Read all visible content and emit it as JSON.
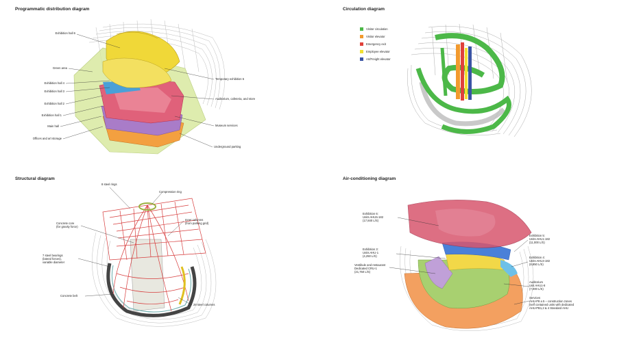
{
  "diagrams": {
    "programmatic": {
      "title": "Programmatic distribution diagram",
      "labels": [
        "Exhibition hall 6",
        "Green area",
        "Exhibition hall 4",
        "Exhibition hall 3",
        "Exhibition hall 2",
        "Exhibition hall 1",
        "Main hall",
        "Offices and art storage",
        "Temporary exhibition 5",
        "Auditorium, cafeteria, and store",
        "Museum services",
        "Underground parking"
      ]
    },
    "circulation": {
      "title": "Circulation diagram",
      "legend": [
        {
          "label": "Visitor circulation",
          "color": "#4cb848"
        },
        {
          "label": "Visitor elevator",
          "color": "#f29a2e"
        },
        {
          "label": "Emergency exit",
          "color": "#e0413a"
        },
        {
          "label": "Employee elevator",
          "color": "#f2e030"
        },
        {
          "label": "Art/Freight elevator",
          "color": "#3a54a4"
        }
      ]
    },
    "structural": {
      "title": "Structural diagram",
      "labels": [
        "8 steel rings",
        "Compression ring",
        "Concrete core\n(for gravity force)",
        "Inner columns\n(from parking grid)",
        "7 steel bearings\n(lateral forces),\nvariable diameter",
        "Concrete belt",
        "28 steel columns"
      ]
    },
    "air": {
      "title": "Air-conditioning diagram",
      "labels": [
        "Exhibition 6:\nUnits AHU5-182\n(17,840 L/S)",
        "Exhibition 3:\nUnits AHU-1\n(4,250 L/S)",
        "Vestibule and restaurant\nDedicated CRU-1\n(21,750 L/S)",
        "Exhibition 5:\nUnits AHU1-182\n(11,000 L/S)",
        "Exhibition 4:\nUnits AHU4-182\n(8,850 L/S)",
        "Auditorium\nUnit AHU1-8\n(7,000 L/S)",
        "Services\nAHU-P8 a 5 – construction zones\n(self contained units with dedicated\nAHU-PB1,2 & 4 Standard AHU"
      ]
    }
  }
}
